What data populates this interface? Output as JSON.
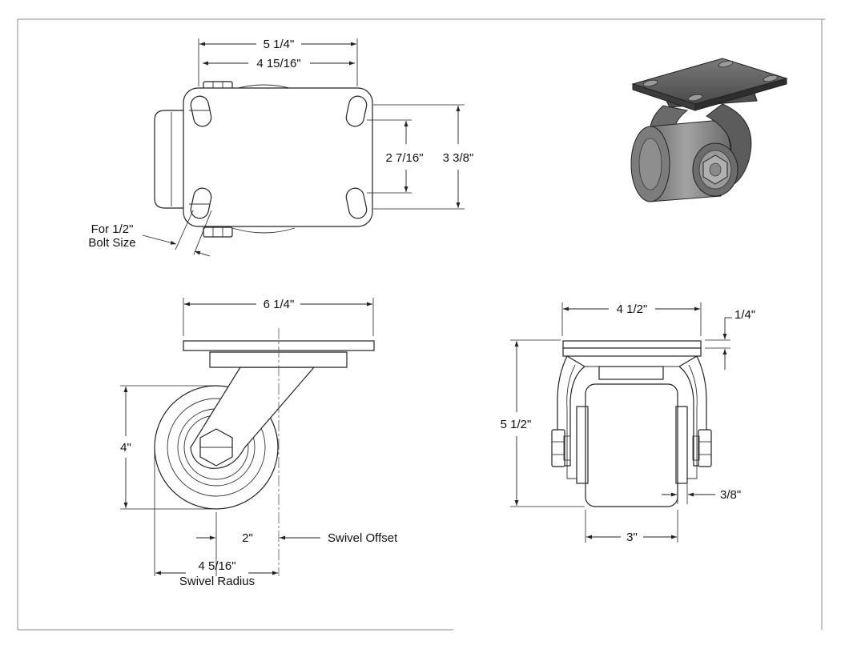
{
  "labels": {
    "top_overall_width": "5 1/4\"",
    "top_bolt_spacing_x": "4 15/16\"",
    "top_bolt_spacing_y": "2 7/16\"",
    "top_overall_depth": "3 3/8\"",
    "bolt_note_line1": "For 1/2\"",
    "bolt_note_line2": "Bolt Size",
    "side_plate_width": "6 1/4\"",
    "side_wheel_dia": "4\"",
    "side_swivel_offset_value": "2\"",
    "side_swivel_offset_label": "Swivel Offset",
    "side_swivel_radius_value": "4 5/16\"",
    "side_swivel_radius_label": "Swivel Radius",
    "front_plate_width": "4 1/2\"",
    "front_plate_thickness": "1/4\"",
    "front_overall_height": "5 1/2\"",
    "front_wheel_width": "3\"",
    "front_axle_clearance": "3/8\""
  },
  "colors": {
    "line": "#222222",
    "iso_dark": "#5a5a5a",
    "iso_mid": "#8c8c8c",
    "iso_light": "#b8b8b8"
  }
}
